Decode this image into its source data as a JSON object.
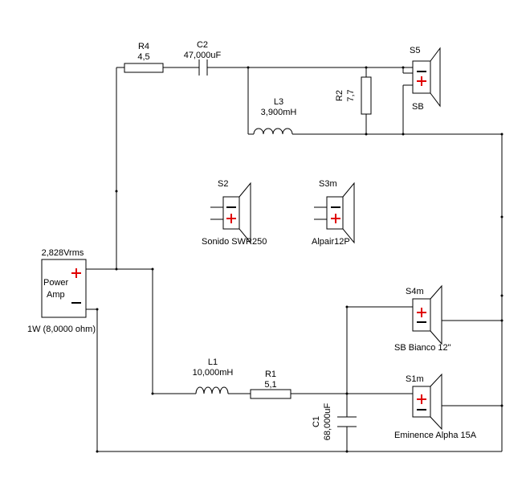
{
  "amp": {
    "voltage": "2,828Vrms",
    "name_line1": "Power",
    "name_line2": "Amp",
    "power": "1W (8,0000 ohm)"
  },
  "components": {
    "r4": {
      "ref": "R4",
      "value": "4,5"
    },
    "c2": {
      "ref": "C2",
      "value": "47,000uF"
    },
    "l3": {
      "ref": "L3",
      "value": "3,900mH"
    },
    "r2": {
      "ref": "R2",
      "value": "7,7"
    },
    "l1": {
      "ref": "L1",
      "value": "10,000mH"
    },
    "r1": {
      "ref": "R1",
      "value": "5,1"
    },
    "c1": {
      "ref": "C1",
      "value": "68,000uF"
    }
  },
  "speakers": {
    "s5": {
      "ref": "S5",
      "label": "SB"
    },
    "s2": {
      "ref": "S2",
      "label": "Sonido SWR250"
    },
    "s3m": {
      "ref": "S3m",
      "label": "Alpair12P"
    },
    "s4m": {
      "ref": "S4m",
      "label": "SB Bianco 12\""
    },
    "s1m": {
      "ref": "S1m",
      "label": "Eminence Alpha 15A"
    }
  }
}
